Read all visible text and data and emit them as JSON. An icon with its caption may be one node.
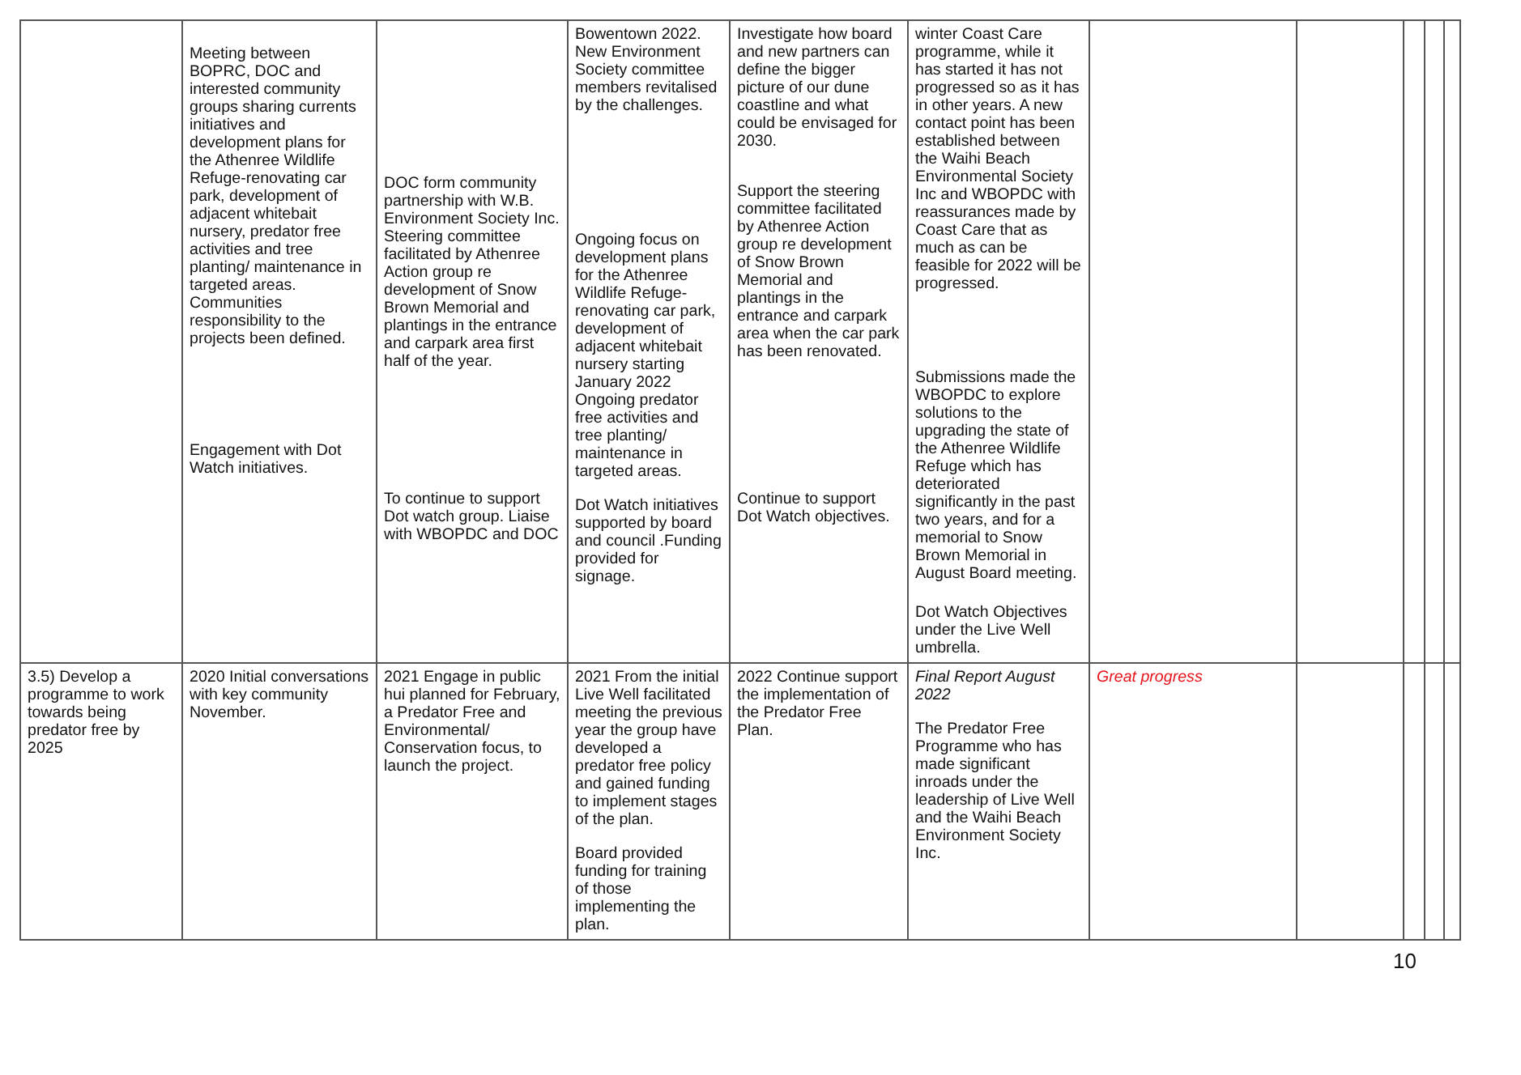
{
  "diagram": {
    "labels": [
      "Meeting between BOPRC, DOC and interested community groups sharing currents initiatives and development plans for the Athenree Wildlife Refuge-renovating car park, development of adjacent whitebait nursery, predator free activities and tree planting/ maintenance in targeted areas. Communities responsibility to the projects been defined.",
      "Engagement with Dot Watch initiatives.",
      "DOC form community partnership with W.B. Environment Society Inc. Steering committee facilitated by Athenree Action group re development of Snow Brown Memorial and plantings in the entrance and carpark area first half of the year.",
      "To continue to support Dot watch group. Liaise with WBOPDC and DOC",
      "Bowentown 2022. New Environment Society committee members revitalised by the challenges.",
      "Ongoing focus on development plans for the Athenree Wildlife Refuge-renovating car park, development of adjacent whitebait nursery starting January 2022 Ongoing predator free activities and tree planting/ maintenance in targeted areas.",
      "Dot Watch initiatives supported by board and council .Funding provided for signage.",
      "Investigate how board and new partners can define the bigger picture of our dune coastline and what could be envisaged for 2030.",
      "Support the steering committee facilitated by Athenree Action group re development of Snow Brown Memorial and plantings in the entrance and carpark area when the car park has been renovated.",
      "Continue to support Dot Watch objectives.",
      "winter Coast Care programme, while it has started it has not progressed so as it has in other years. A new contact point has been established between the Waihi Beach Environmental Society Inc and WBOPDC with reassurances made by Coast Care that as much as can be feasible for 2022 will be progressed.",
      "Submissions made the WBOPDC to explore solutions to the upgrading the state of the Athenree Wildlife Refuge which has deteriorated significantly in the past two years, and for a memorial to Snow Brown Memorial in August Board meeting.",
      "Dot Watch Objectives under the Live Well umbrella.",
      "3.5) Develop a programme to work towards being predator free by 2025",
      "2020 Initial conversations with key community November.",
      "2021 Engage in public hui planned for February, a Predator Free and Environmental/ Conservation focus, to launch the project.",
      "2021 From the initial Live Well facilitated meeting the previous year the group have developed a predator free policy and gained funding to implement stages of the plan.",
      "Board provided funding for training of those implementing the plan.",
      "2022 Continue support the implementation of the Predator Free Plan.",
      "Final Report August 2022",
      "The Predator Free Programme who has made significant inroads under the leadership of Live Well and the Waihi Beach Environment Society Inc.",
      "Great progress",
      "10"
    ]
  }
}
